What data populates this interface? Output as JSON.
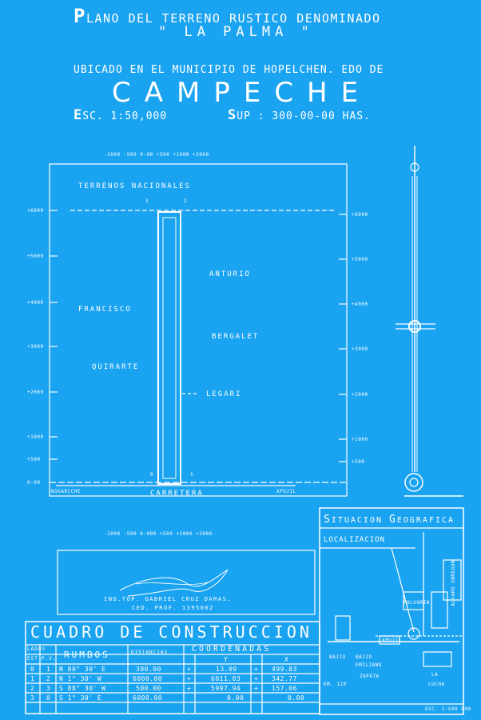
{
  "header": {
    "title_initial": "P",
    "title_rest": "LANO DEL TERRENO RUSTICO DENOMINADO",
    "name": "\" LA PALMA \"",
    "location_line": "UBICADO EN EL MUNICIPIO DE HOPELCHEN. EDO DE",
    "state": "CAMPECHE",
    "scale_initial": "E",
    "scale_rest": "SC. 1:50,000",
    "area_initial": "S",
    "area_rest": "UP : 300-00-00 HAS."
  },
  "map": {
    "top_ticks": "-1000 -500  0-00 +500 +1000   +2000",
    "bottom_ticks": "-1000 -500 0-000 +500 +1000   +2000",
    "left_ticks": [
      "+6000",
      "+5000",
      "+4000",
      "+3000",
      "+2000",
      "+1000",
      "+500",
      "0-00"
    ],
    "right_ticks": [
      "+6000",
      "+5000",
      "+4000",
      "+3000",
      "+2000",
      "+1000",
      "+500"
    ],
    "north_label": "TERRENOS NACIONALES",
    "owner_left_1": "FRANCISCO",
    "owner_left_2": "QUIRARTE",
    "owner_right_1": "ANTURIO",
    "owner_right_2": "BERGALET",
    "owner_right_3": "LEGARI",
    "road": "CARRETERA",
    "road_left": "BOGARCCHE",
    "road_right": "XPUJIL",
    "vertex_0": "0",
    "vertex_1": "1",
    "vertex_2": "2",
    "vertex_3": "3"
  },
  "signature": {
    "name": "ING.TOP. GABRIEL CRUZ DAMAS.",
    "ced": "CED. PROF. 1395002"
  },
  "table": {
    "title": "CUADRO DE CONSTRUCCION",
    "h_lados": "LADOS",
    "h_est": "EST",
    "h_pv": "P.V.",
    "h_rumbos": "RUMBOS",
    "h_distancias": "DISTANCIAS",
    "h_coordenadas": "COORDENADAS",
    "h_y": "Y",
    "h_x": "X",
    "rows": [
      {
        "est": "0",
        "pv": "1",
        "rumbo": "N 80° 30' E",
        "dist": "300.00",
        "ys": "+",
        "y": "13.09",
        "xs": "+",
        "x": "499.83"
      },
      {
        "est": "1",
        "pv": "2",
        "rumbo": "N 1° 30' W",
        "dist": "6000.00",
        "ys": "+",
        "y": "6011.03",
        "xs": "+",
        "x": "342.77"
      },
      {
        "est": "2",
        "pv": "3",
        "rumbo": "S 88° 30' W",
        "dist": "500.00",
        "ys": "+",
        "y": "5997.94",
        "xs": "+",
        "x": "157.06"
      },
      {
        "est": "3",
        "pv": "0",
        "rumbo": "S 1° 30' E",
        "dist": "6000.00",
        "ys": "",
        "y": "0.00",
        "xs": "",
        "x": "0.00"
      }
    ]
  },
  "situation": {
    "title_1": "S",
    "title_2": "ITUACION ",
    "title_3": "G",
    "title_4": "EOGRAFICA",
    "localization": "LOCALIZACION",
    "town_1": "BAJIO",
    "town_2": "BAJIO",
    "town_3": "EMILIANO",
    "town_4": "ZAPATA",
    "town_5": "KM. 120",
    "town_6": "LA",
    "town_7": "LUCHA",
    "road_1": "XPUJIL",
    "road_2": "ALVARO OBREGON",
    "road_3": "POLVORIN",
    "scale": "ESC. 1:500 000"
  }
}
